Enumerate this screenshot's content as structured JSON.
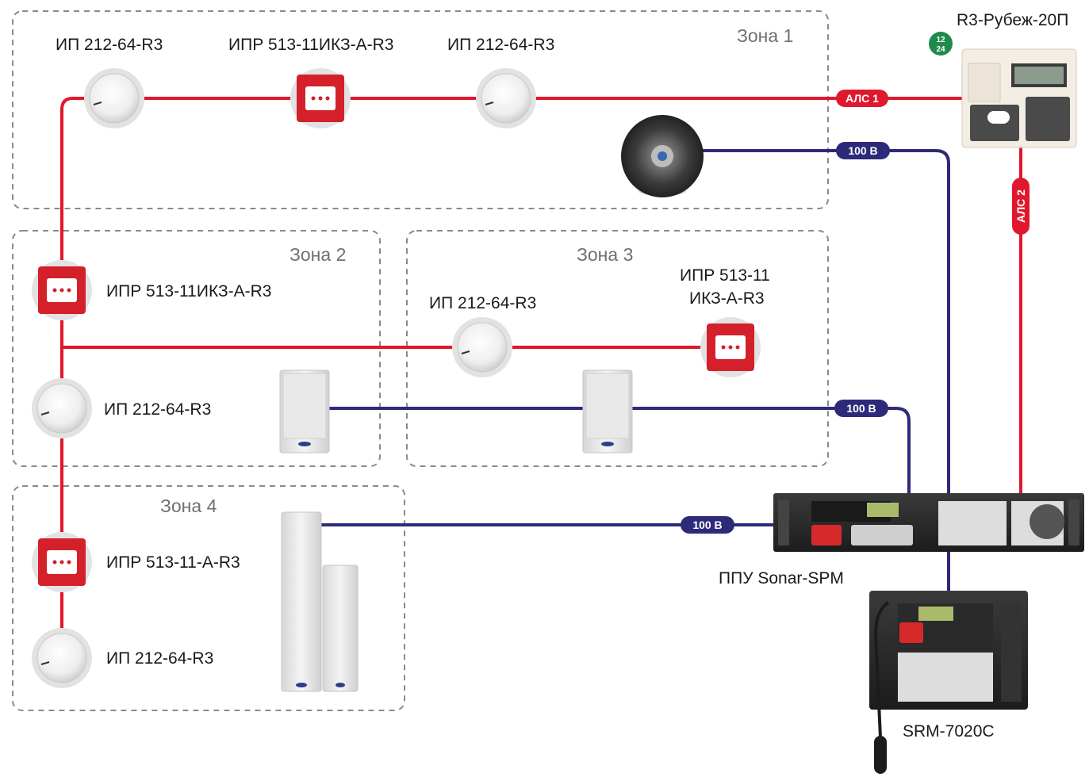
{
  "colors": {
    "als_line": "#e0182d",
    "v100_line": "#2e2a7a",
    "zone_border": "#8a8a8a",
    "badge": "#1e8a4c"
  },
  "zones": [
    "Зона 1",
    "Зона 2",
    "Зона 3",
    "Зона 4"
  ],
  "devices": {
    "controller": {
      "label": "R3-Рубеж-20П",
      "badge_top": "12",
      "badge_bottom": "24"
    },
    "z1_detector_left": "ИП 212-64-R3",
    "z1_call_point": "ИПР 513-11ИКЗ-А-R3",
    "z1_detector_right": "ИП 212-64-R3",
    "z2_call_point": "ИПР 513-11ИКЗ-А-R3",
    "z2_detector": "ИП 212-64-R3",
    "z3_detector": "ИП 212-64-R3",
    "z3_call_point_line1": "ИПР 513-11",
    "z3_call_point_line2": "ИКЗ-А-R3",
    "z4_call_point": "ИПР 513-11-А-R3",
    "z4_detector": "ИП 212-64-R3",
    "sonar_spm": "ППУ Sonar-SPM",
    "srm": "SRM-7020C"
  },
  "line_labels": {
    "als1": "АЛС 1",
    "als2": "АЛС 2",
    "v100_top": "100 В",
    "v100_mid": "100 В",
    "v100_bottom": "100 В"
  }
}
